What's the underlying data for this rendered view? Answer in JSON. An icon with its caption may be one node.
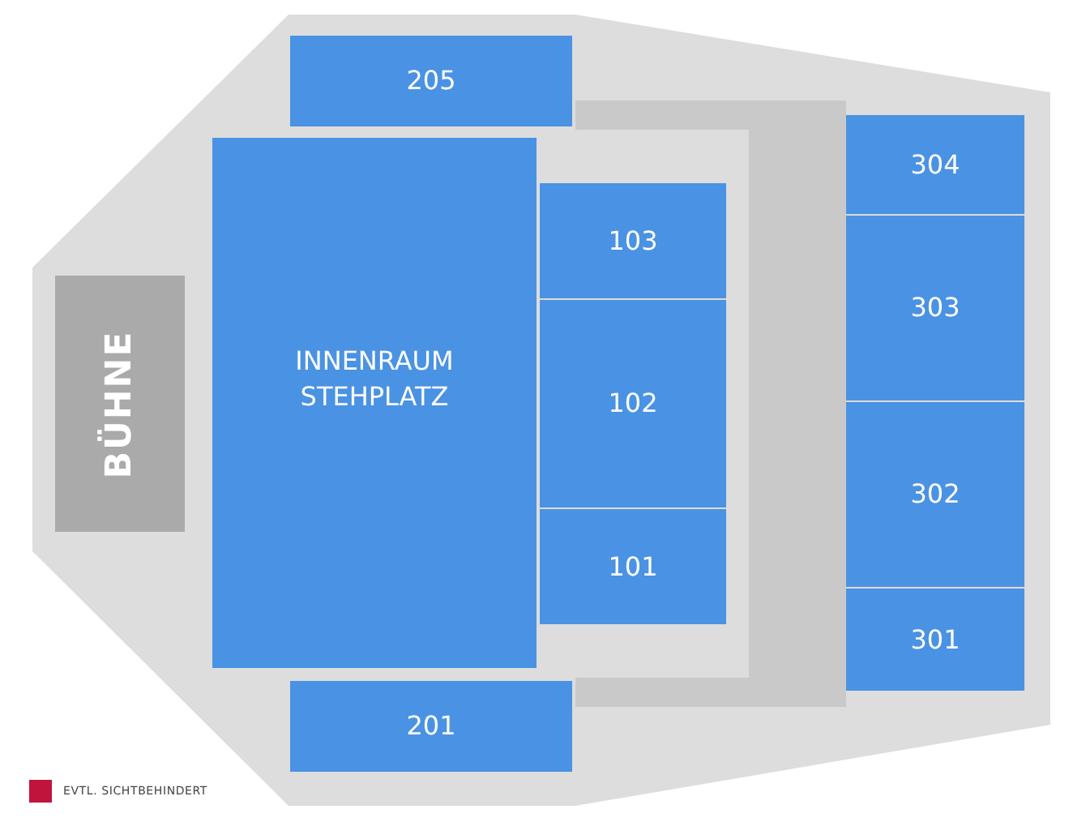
{
  "diagram": {
    "nodes": [
      {
        "text": [
          "BÜHNE"
        ]
      },
      {
        "text": [
          "INNENRAUM STEHPLATZ"
        ]
      },
      {
        "text": [
          "205"
        ]
      },
      {
        "text": [
          "103"
        ]
      },
      {
        "text": [
          "102"
        ]
      },
      {
        "text": [
          "101"
        ]
      },
      {
        "text": [
          "201"
        ]
      },
      {
        "text": [
          "304"
        ]
      },
      {
        "text": [
          "303"
        ]
      },
      {
        "text": [
          "302"
        ]
      },
      {
        "text": [
          "301"
        ]
      }
    ],
    "legend": [
      {
        "text": "EVTL. SICHTBEHINDERT",
        "color": "#c0143c"
      }
    ]
  }
}
